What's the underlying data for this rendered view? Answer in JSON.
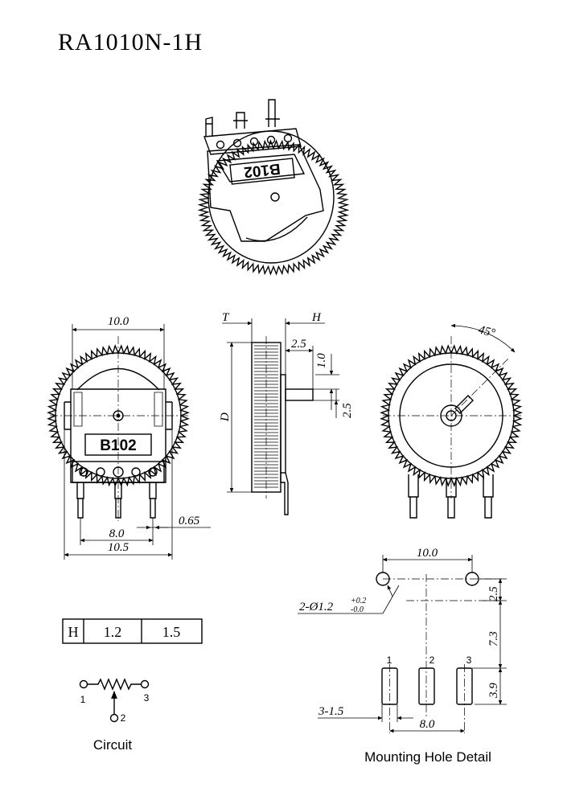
{
  "title": "RA1010N-1H",
  "front_view": {
    "body_marking": "B102",
    "dim_width": "10.0",
    "dim_pin_pitch": "8.0",
    "dim_overall": "10.5",
    "dim_pin_width": "0.65"
  },
  "side_view": {
    "dim_T": "T",
    "dim_H": "H",
    "dim_D": "D",
    "dim_shaft_len": "2.5",
    "dim_shaft_off": "1.0",
    "dim_shaft_h": "2.5"
  },
  "back_view": {
    "dim_angle": "45°"
  },
  "h_table": {
    "header": "H",
    "values": [
      "1.2",
      "1.5"
    ]
  },
  "circuit": {
    "caption": "Circuit",
    "pins": [
      "1",
      "2",
      "3"
    ]
  },
  "mounting": {
    "caption": "Mounting Hole Detail",
    "dim_top_spacing": "10.0",
    "dim_holes": "2-Ø1.2",
    "tol_plus": "+0.2",
    "tol_minus": "-0.0",
    "dim_top_offset": "2.5",
    "dim_vertical": "7.3",
    "dim_slot_len": "3.9",
    "dim_slot_w": "3-1.5",
    "dim_pitch": "8.0",
    "pins": [
      "1",
      "2",
      "3"
    ]
  }
}
